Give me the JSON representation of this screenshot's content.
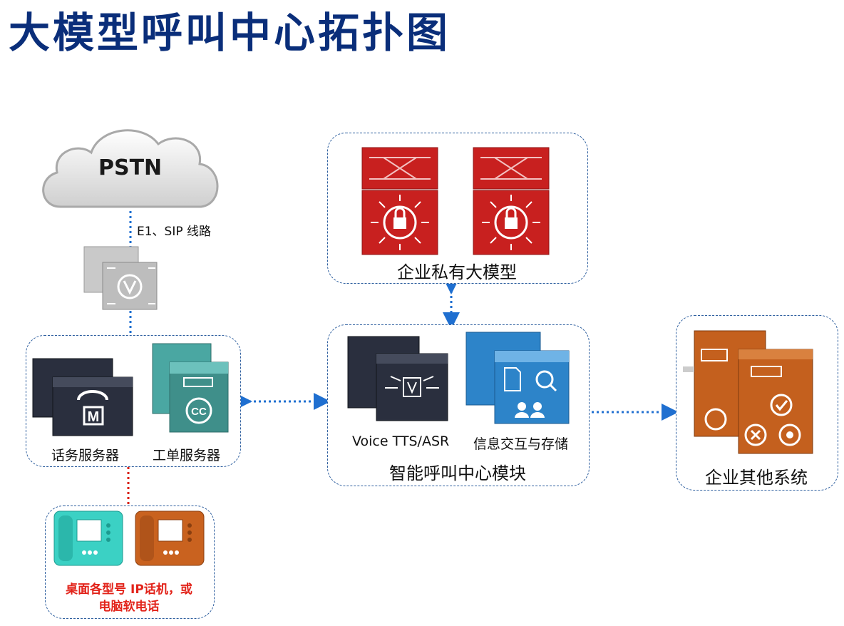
{
  "title": "大模型呼叫中心拓扑图",
  "pstn": {
    "cloud_label": "PSTN",
    "link_label": "E1、SIP 线路"
  },
  "llm_group": {
    "label": "企业私有大模型"
  },
  "call_group": {
    "call_server_label": "话务服务器",
    "ticket_server_label": "工单服务器"
  },
  "smart_group": {
    "label": "智能呼叫中心模块",
    "tts_label": "Voice TTS/ASR",
    "info_label": "信息交互与存储"
  },
  "other_group": {
    "label": "企业其他系统"
  },
  "phones_group": {
    "label_line1": "桌面各型号 IP话机，或",
    "label_line2": "电脑软电话"
  },
  "colors": {
    "title": "#0a2e7a",
    "connector_blue": "#1f6fd0",
    "connector_red": "#d9261c",
    "box_border": "#2e5f9f",
    "firewall_red": "#c8201f",
    "server_dark": "#2a2f3e",
    "teal": "#4aa7a2",
    "blue_switch": "#2d84c9",
    "orange": "#c4601e",
    "phone_teal": "#3bd1c4",
    "phone_orange": "#c9621f",
    "phone_label_red": "#e2231a"
  }
}
